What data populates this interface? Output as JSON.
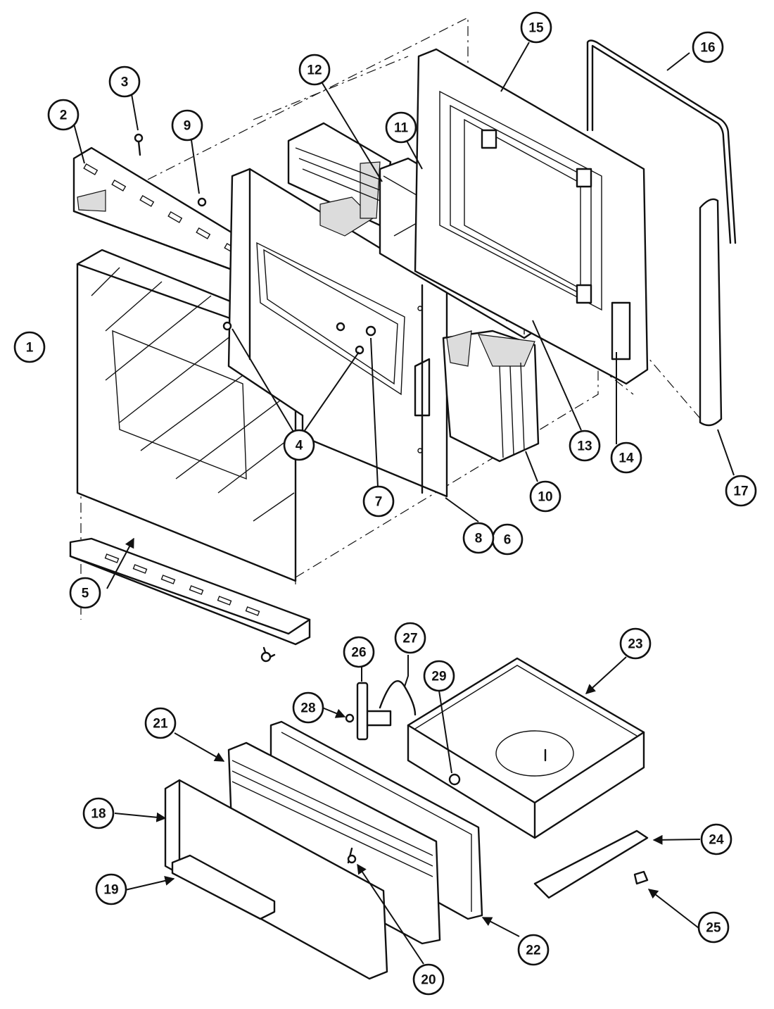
{
  "callouts": [
    {
      "number": "1"
    },
    {
      "number": "2"
    },
    {
      "number": "3"
    },
    {
      "number": "4"
    },
    {
      "number": "5"
    },
    {
      "number": "6"
    },
    {
      "number": "7"
    },
    {
      "number": "8"
    },
    {
      "number": "9"
    },
    {
      "number": "10"
    },
    {
      "number": "11"
    },
    {
      "number": "12"
    },
    {
      "number": "13"
    },
    {
      "number": "14"
    },
    {
      "number": "15"
    },
    {
      "number": "16"
    },
    {
      "number": "17"
    },
    {
      "number": "18"
    },
    {
      "number": "19"
    },
    {
      "number": "20"
    },
    {
      "number": "21"
    },
    {
      "number": "22"
    },
    {
      "number": "23"
    },
    {
      "number": "24"
    },
    {
      "number": "25"
    },
    {
      "number": "26"
    },
    {
      "number": "27"
    },
    {
      "number": "28"
    },
    {
      "number": "29"
    }
  ]
}
